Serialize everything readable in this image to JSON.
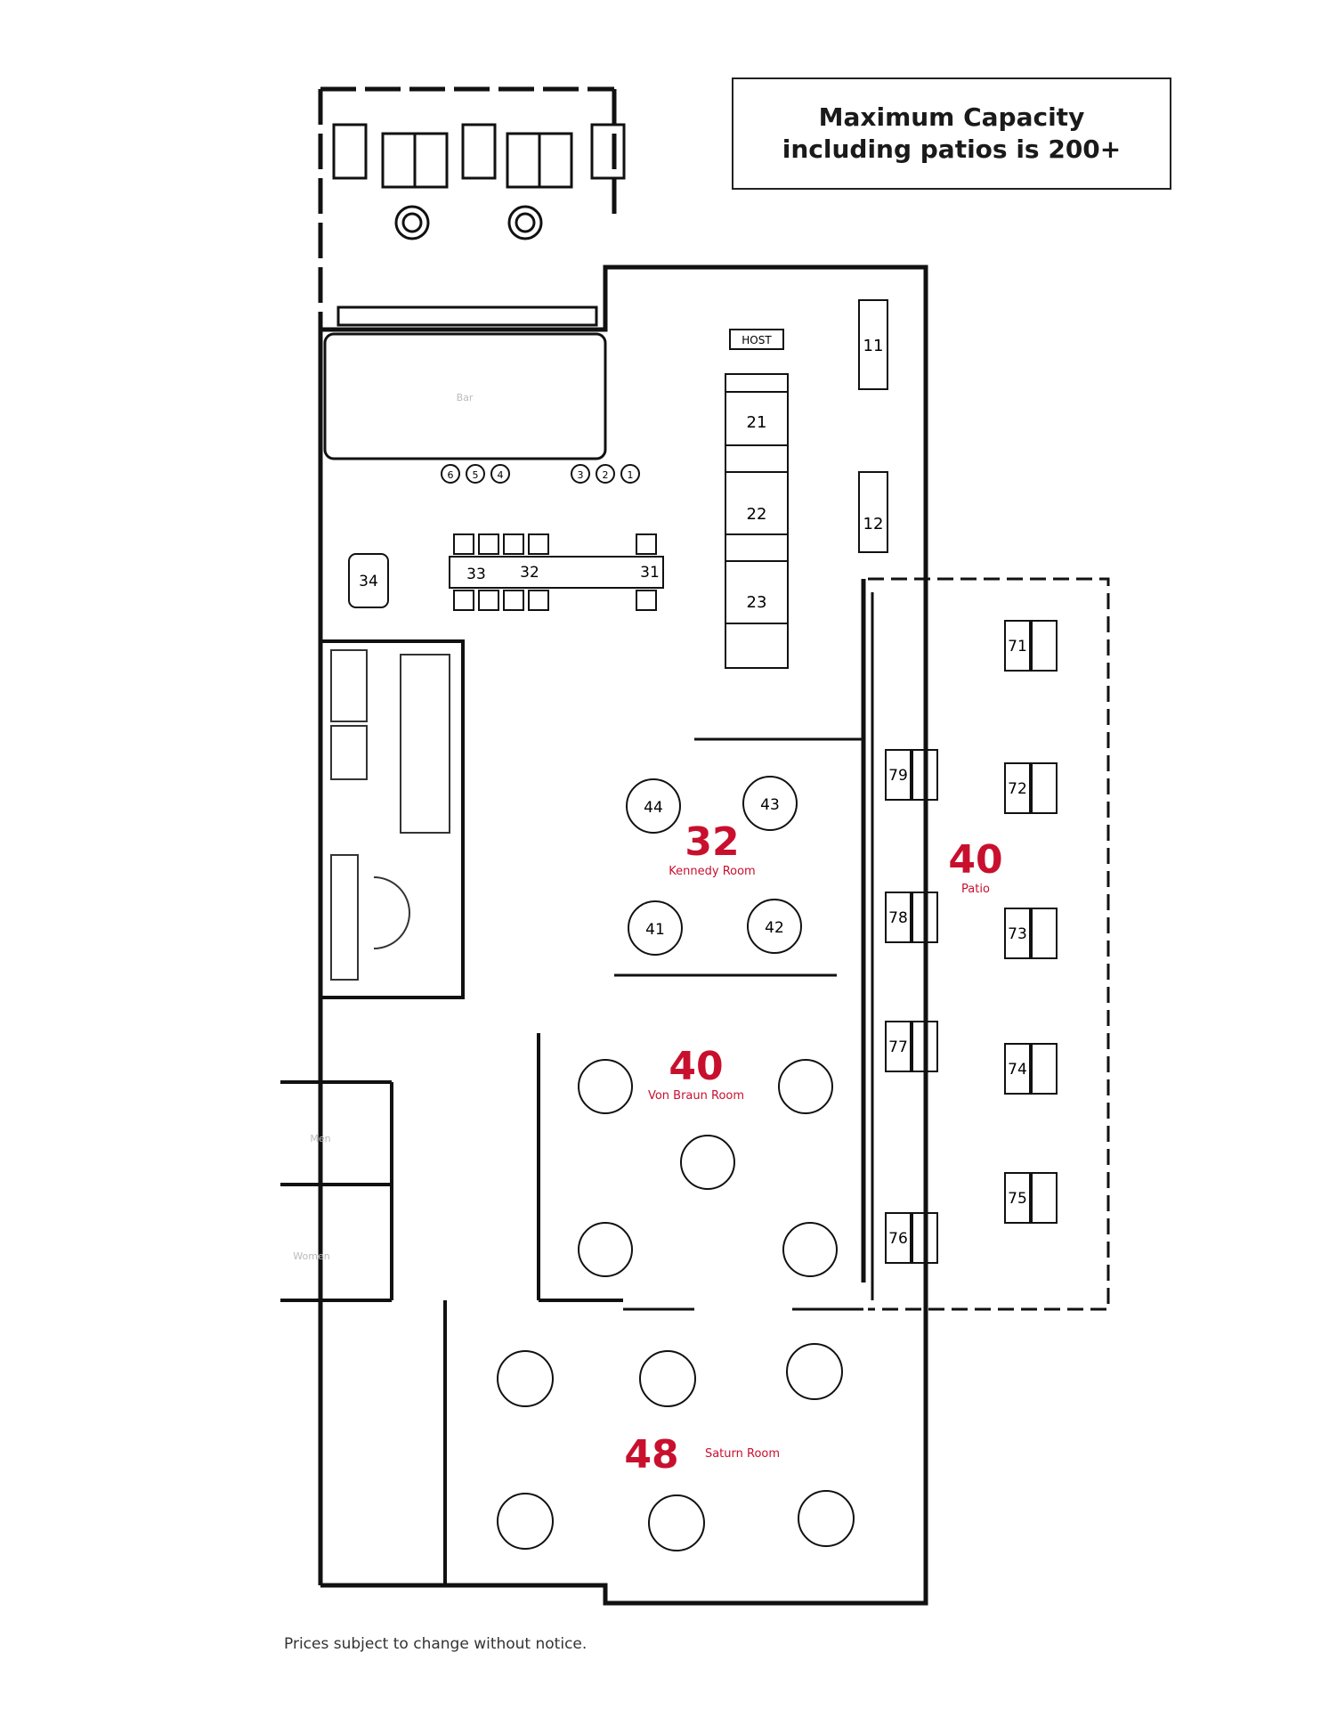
{
  "capacity_note": "Maximum Capacity including patios is 200+",
  "footer_note": "Prices subject to change without notice.",
  "host_stand": "HOST",
  "bar_label": "Bar",
  "restroom_labels": {
    "men": "Men",
    "women": "Women"
  },
  "rooms": {
    "kennedy": {
      "capacity": "32",
      "name": "Kennedy Room"
    },
    "von_braun": {
      "capacity": "40",
      "name": "Von Braun Room"
    },
    "saturn": {
      "capacity": "48",
      "name": "Saturn Room"
    },
    "patio": {
      "capacity": "40",
      "name": "Patio"
    }
  },
  "tables": {
    "t11": "11",
    "t12": "12",
    "t21": "21",
    "t22": "22",
    "t23": "23",
    "t31": "31",
    "t32": "32",
    "t33": "33",
    "t34": "34",
    "t41": "41",
    "t42": "42",
    "t43": "43",
    "t44": "44",
    "t71": "71",
    "t72": "72",
    "t73": "73",
    "t74": "74",
    "t75": "75",
    "t76": "76",
    "t77": "77",
    "t78": "78",
    "t79": "79"
  },
  "bar_seats": [
    "6",
    "5",
    "4",
    "3",
    "2",
    "1"
  ],
  "colors": {
    "accent_red": "#c8102e",
    "line": "#111111"
  }
}
